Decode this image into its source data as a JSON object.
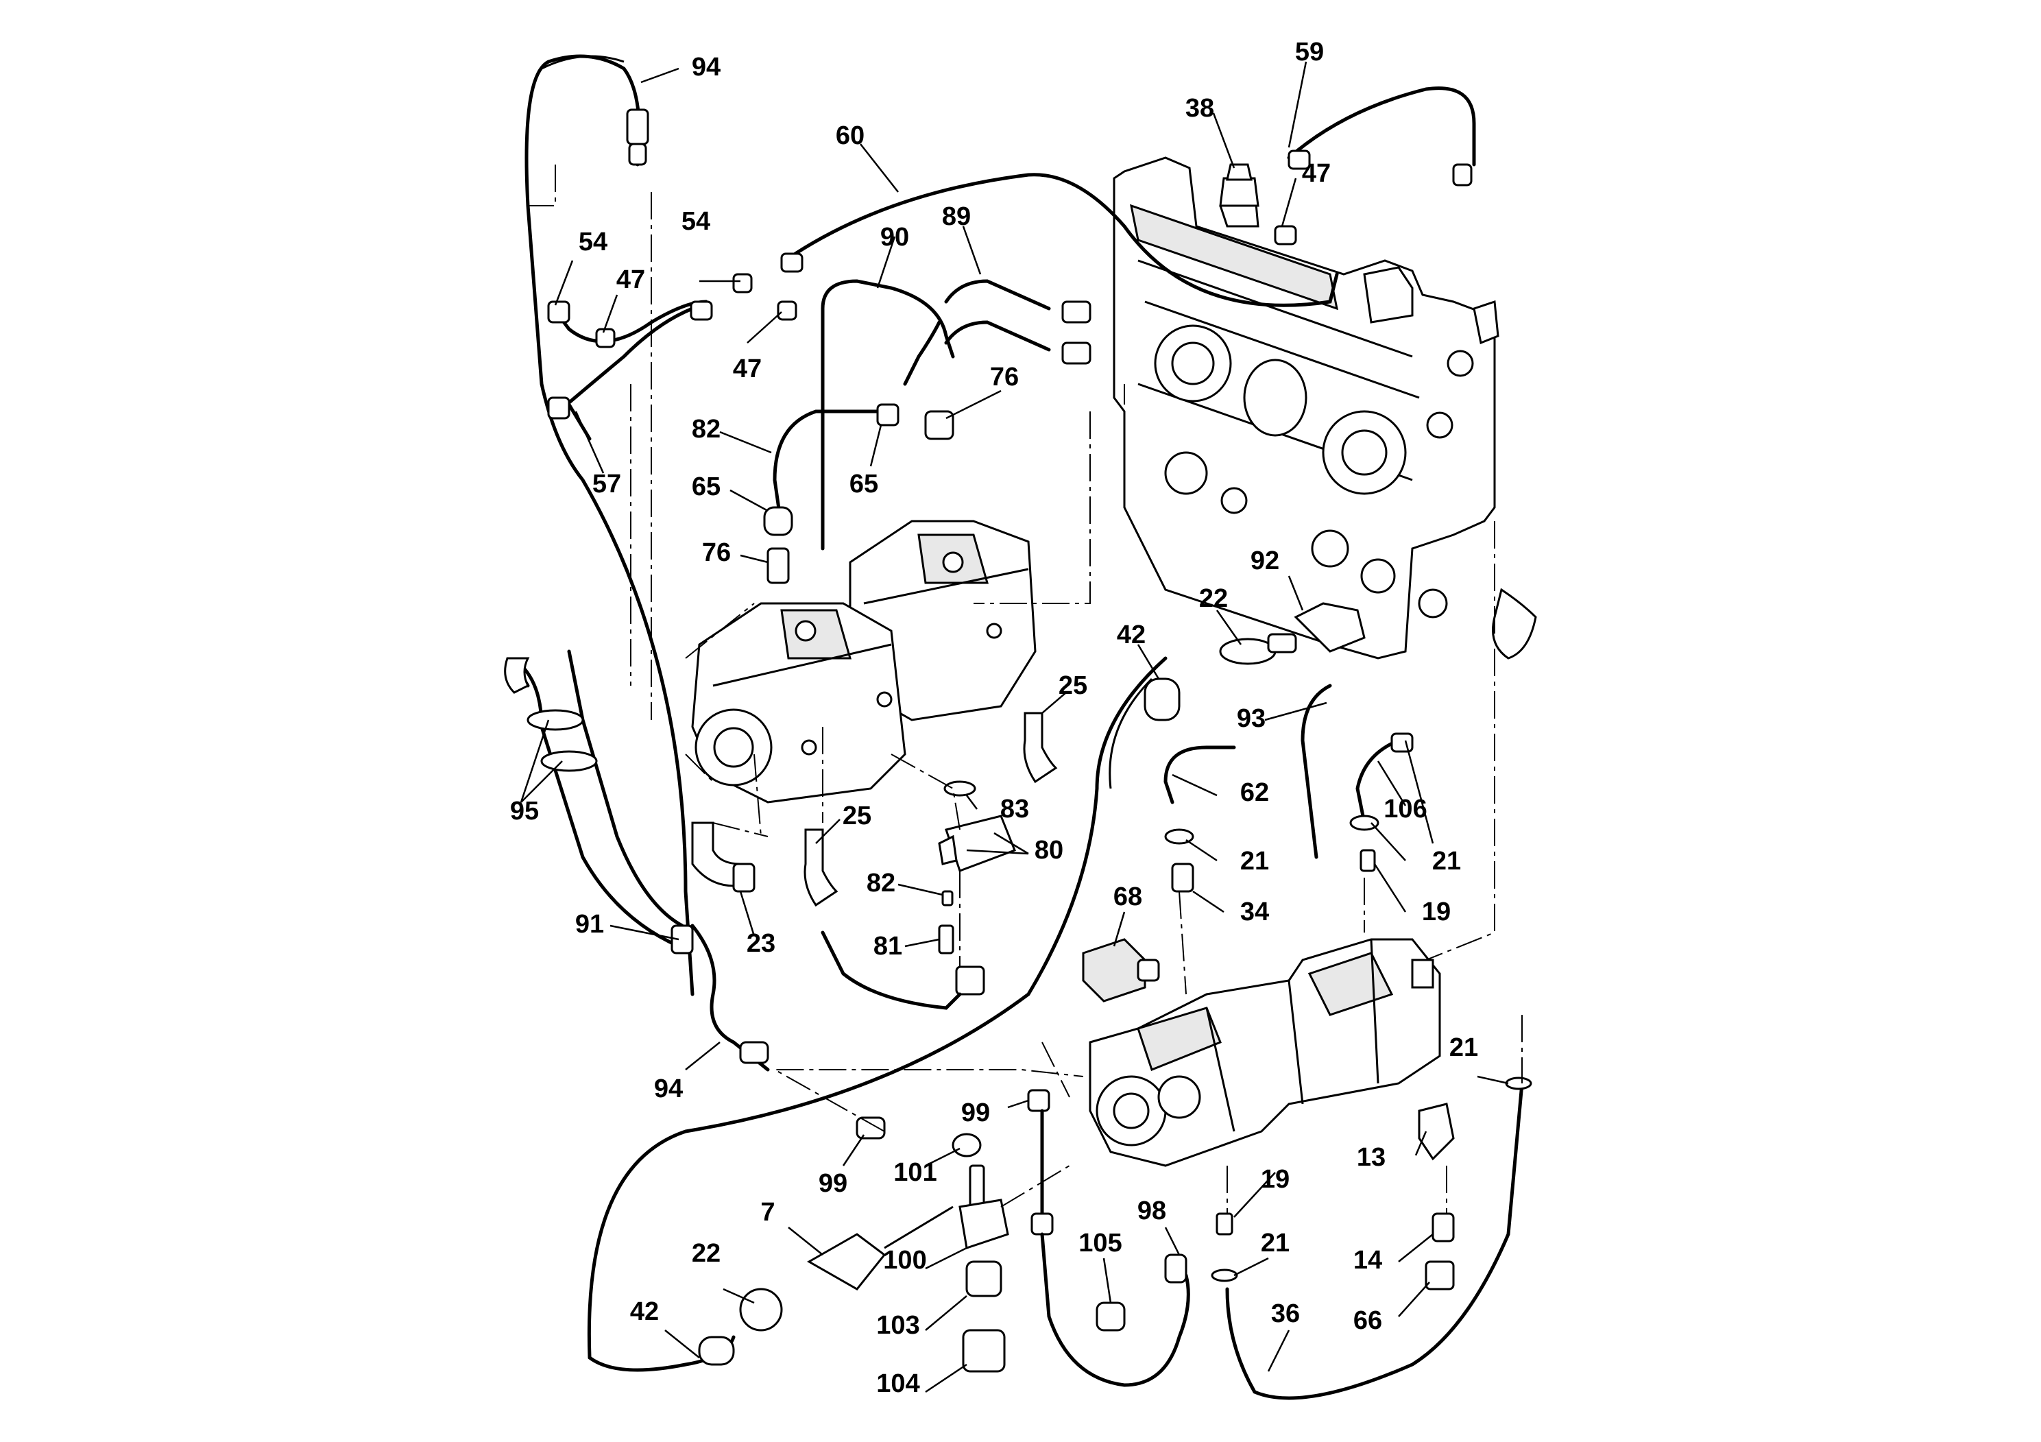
{
  "diagram": {
    "labels": [
      {
        "id": "94",
        "text": "94"
      },
      {
        "id": "59",
        "text": "59"
      },
      {
        "id": "38",
        "text": "38"
      },
      {
        "id": "60",
        "text": "60"
      },
      {
        "id": "47a",
        "text": "47"
      },
      {
        "id": "89",
        "text": "89"
      },
      {
        "id": "90",
        "text": "90"
      },
      {
        "id": "54a",
        "text": "54"
      },
      {
        "id": "54b",
        "text": "54"
      },
      {
        "id": "47b",
        "text": "47"
      },
      {
        "id": "47c",
        "text": "47"
      },
      {
        "id": "76a",
        "text": "76"
      },
      {
        "id": "82a",
        "text": "82"
      },
      {
        "id": "57",
        "text": "57"
      },
      {
        "id": "65a",
        "text": "65"
      },
      {
        "id": "65b",
        "text": "65"
      },
      {
        "id": "76b",
        "text": "76"
      },
      {
        "id": "92",
        "text": "92"
      },
      {
        "id": "22a",
        "text": "22"
      },
      {
        "id": "42a",
        "text": "42"
      },
      {
        "id": "25a",
        "text": "25"
      },
      {
        "id": "93",
        "text": "93"
      },
      {
        "id": "95",
        "text": "95"
      },
      {
        "id": "62",
        "text": "62"
      },
      {
        "id": "106",
        "text": "106"
      },
      {
        "id": "83",
        "text": "83"
      },
      {
        "id": "25b",
        "text": "25"
      },
      {
        "id": "80",
        "text": "80"
      },
      {
        "id": "21a",
        "text": "21"
      },
      {
        "id": "21b",
        "text": "21"
      },
      {
        "id": "82b",
        "text": "82"
      },
      {
        "id": "68",
        "text": "68"
      },
      {
        "id": "34",
        "text": "34"
      },
      {
        "id": "19a",
        "text": "19"
      },
      {
        "id": "91",
        "text": "91"
      },
      {
        "id": "23",
        "text": "23"
      },
      {
        "id": "81",
        "text": "81"
      },
      {
        "id": "94b",
        "text": "94"
      },
      {
        "id": "21c",
        "text": "21"
      },
      {
        "id": "99a",
        "text": "99"
      },
      {
        "id": "13",
        "text": "13"
      },
      {
        "id": "101",
        "text": "101"
      },
      {
        "id": "99b",
        "text": "99"
      },
      {
        "id": "19b",
        "text": "19"
      },
      {
        "id": "7",
        "text": "7"
      },
      {
        "id": "98",
        "text": "98"
      },
      {
        "id": "105",
        "text": "105"
      },
      {
        "id": "21d",
        "text": "21"
      },
      {
        "id": "22b",
        "text": "22"
      },
      {
        "id": "100",
        "text": "100"
      },
      {
        "id": "14",
        "text": "14"
      },
      {
        "id": "42b",
        "text": "42"
      },
      {
        "id": "36",
        "text": "36"
      },
      {
        "id": "103",
        "text": "103"
      },
      {
        "id": "66",
        "text": "66"
      },
      {
        "id": "104",
        "text": "104"
      }
    ]
  }
}
